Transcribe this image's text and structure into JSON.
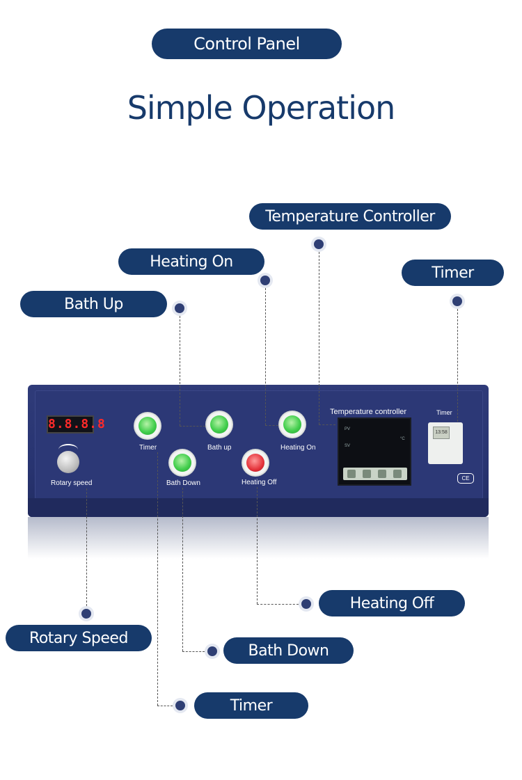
{
  "header": {
    "badge": "Control Panel",
    "title": "Simple Operation"
  },
  "callouts": {
    "temperature_controller": "Temperature Controller",
    "heating_on": "Heating On",
    "timer_top": "Timer",
    "bath_up": "Bath Up",
    "heating_off": "Heating Off",
    "rotary_speed": "Rotary Speed",
    "bath_down": "Bath Down",
    "timer_bottom": "Timer"
  },
  "panel": {
    "led_display": "8.8.8.8",
    "rotary_label": "Rotary speed",
    "timer_btn_label": "Timer",
    "bath_up_label": "Bath up",
    "heating_on_label": "Heating On",
    "bath_down_label": "Bath Down",
    "heating_off_label": "Heating Off",
    "temp_controller_label": "Temperature controller",
    "tc_pv": "PV",
    "tc_sv": "SV",
    "tc_unit": "°C",
    "timer_device_label": "Timer",
    "timer_lcd": "13:58",
    "ce_mark": "CE"
  },
  "colors": {
    "accent": "#173a6b",
    "panel": "#2c3876",
    "lamp_green": "#44cf4e",
    "lamp_red": "#e4323a"
  }
}
